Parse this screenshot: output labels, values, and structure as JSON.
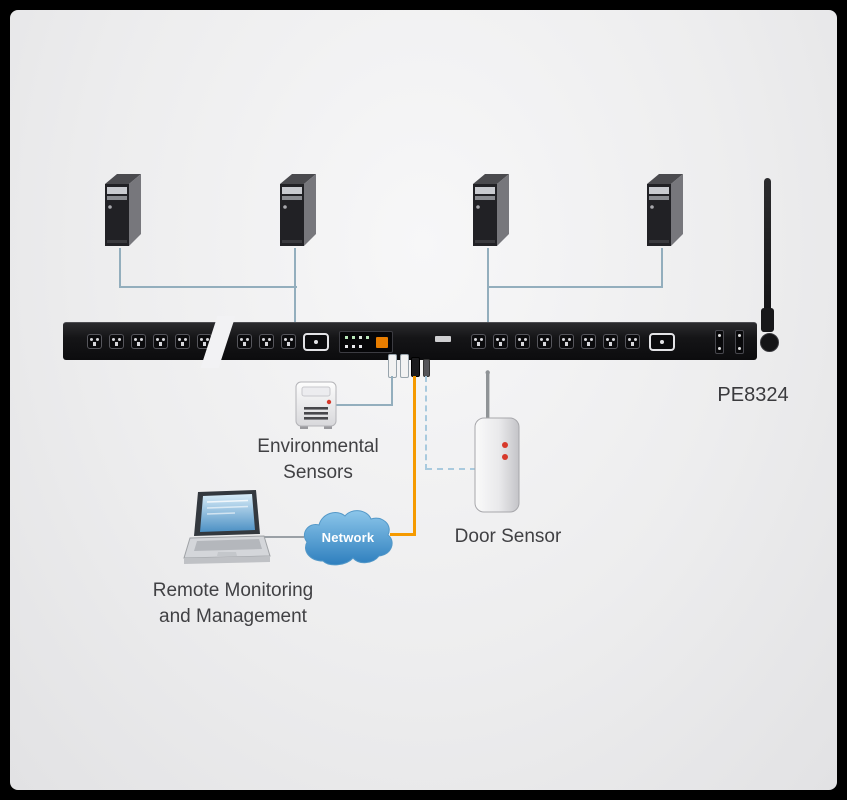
{
  "device": {
    "model": "PE8324"
  },
  "labels": {
    "environmental_line1": "Environmental",
    "environmental_line2": "Sensors",
    "door_sensor": "Door Sensor",
    "remote_line1": "Remote Monitoring",
    "remote_line2": "and Management",
    "network": "Network"
  },
  "colors": {
    "cable_orange": "#F59A00",
    "cable_dashed_blue": "#A9CADE",
    "link_gray_blue": "#93AEBD",
    "cloud_blue": "#3E8FC9",
    "pdu_black": "#151517",
    "background_gray": "#ECECEE",
    "frame_black": "#000000",
    "led_red": "#D7392B"
  }
}
